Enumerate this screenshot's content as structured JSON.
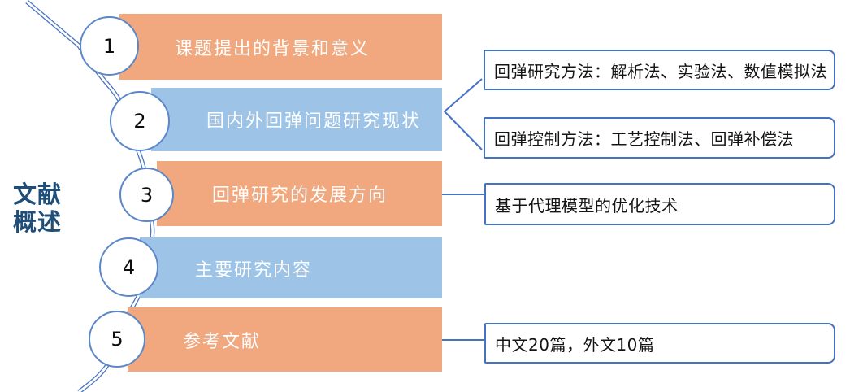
{
  "diagram_title": {
    "line1": "文献",
    "line2": "概述"
  },
  "steps": [
    {
      "num": "1",
      "label": "课题提出的背景和意义",
      "color_key": "orange"
    },
    {
      "num": "2",
      "label": "国内外回弹问题研究现状",
      "color_key": "blue"
    },
    {
      "num": "3",
      "label": "回弹研究的发展方向",
      "color_key": "orange"
    },
    {
      "num": "4",
      "label": "主要研究内容",
      "color_key": "blue"
    },
    {
      "num": "5",
      "label": "参考文献",
      "color_key": "orange"
    }
  ],
  "callouts": [
    {
      "text": "回弹研究方法：解析法、实验法、数值模拟法",
      "linked_step": "2"
    },
    {
      "text": "回弹控制方法：工艺控制法、回弹补偿法",
      "linked_step": "2"
    },
    {
      "text": "基于代理模型的优化技术",
      "linked_step": "3"
    },
    {
      "text": "中文20篇，外文10篇",
      "linked_step": "5"
    }
  ],
  "colors": {
    "orange": "#F1A87E",
    "blue": "#9DC3E6",
    "line_blue": "#4472C4",
    "curve_blue": "#4A74C0",
    "title_blue": "#1F4E79",
    "bar_text": "#FFFFFF"
  }
}
